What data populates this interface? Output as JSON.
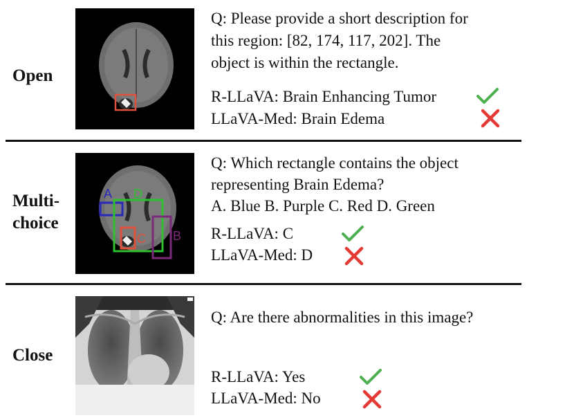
{
  "rows": [
    {
      "label": "Open",
      "question": [
        "Q: Please provide a short description for",
        "this region: [82, 174, 117, 202]. The",
        "object is within the rectangle."
      ],
      "answers": [
        {
          "text": "R-LLaVA: Brain Enhancing Tumor",
          "correct": true
        },
        {
          "text": "LLaVA-Med: Brain Edema",
          "correct": false
        }
      ]
    },
    {
      "label": "Multi-\nchoice",
      "question": [
        "Q: Which rectangle contains the object",
        "representing Brain Edema?",
        "A. Blue B. Purple C. Red D. Green"
      ],
      "answers": [
        {
          "text": "R-LLaVA: C",
          "correct": true
        },
        {
          "text": "LLaVA-Med: D",
          "correct": false
        }
      ],
      "box_labels": {
        "a": "A",
        "b": "B",
        "c": "C",
        "d": "D"
      }
    },
    {
      "label": "Close",
      "question": [
        "Q: Are there abnormalities in this image?"
      ],
      "answers": [
        {
          "text": "R-LLaVA: Yes",
          "correct": true
        },
        {
          "text": "LLaVA-Med: No",
          "correct": false
        }
      ]
    }
  ],
  "colors": {
    "correct": "#4caf50",
    "wrong": "#e53935",
    "box_red": "#e0503a",
    "box_blue": "#2a2ab8",
    "box_green": "#2fc02f",
    "box_purple": "#7a2a7a"
  }
}
